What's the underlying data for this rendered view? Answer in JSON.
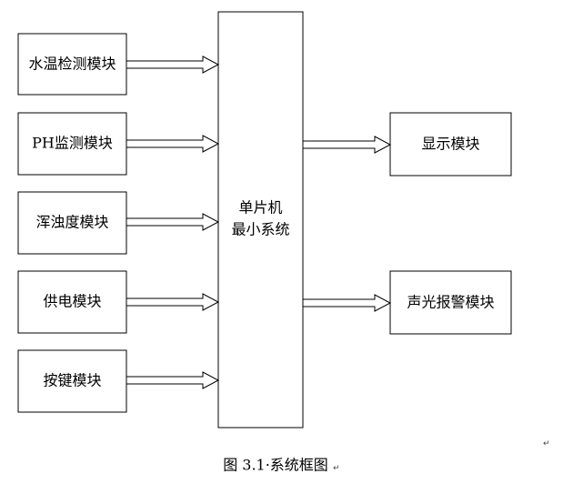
{
  "diagram": {
    "input_modules": [
      {
        "label": "水温检测模块"
      },
      {
        "label": "PH监测模块"
      },
      {
        "label": "浑浊度模块"
      },
      {
        "label": "供电模块"
      },
      {
        "label": "按键模块"
      }
    ],
    "mcu": {
      "line1": "单片机",
      "line2": "最小系统"
    },
    "output_modules": [
      {
        "label": "显示模块"
      },
      {
        "label": "声光报警模块"
      }
    ]
  },
  "caption": {
    "text": "图 3.1·系统框图",
    "paragraph_mark": "↵"
  },
  "stray_mark": "↵",
  "colors": {
    "stroke": "#000000",
    "fill": "#ffffff"
  }
}
